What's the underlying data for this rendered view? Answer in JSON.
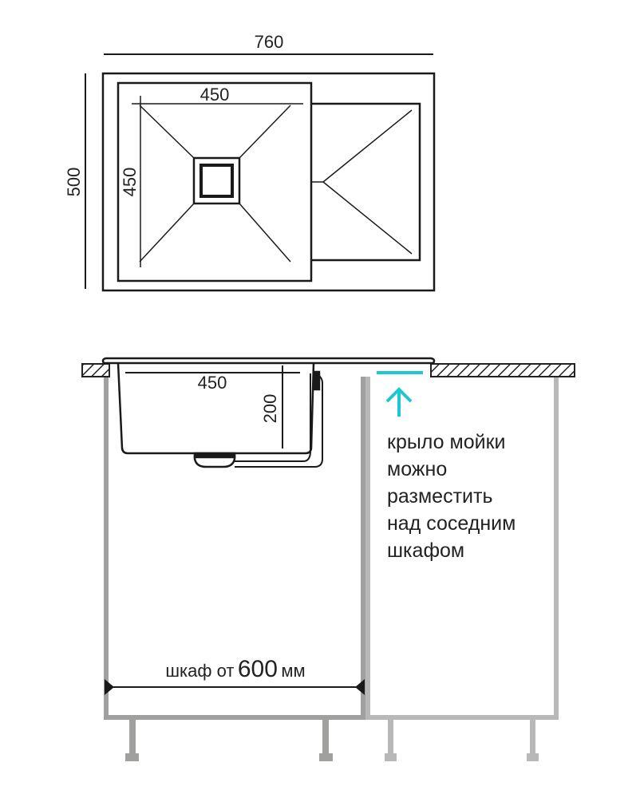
{
  "top_view": {
    "width_label": "760",
    "depth_label": "500",
    "bowl_width_label": "450",
    "bowl_depth_label": "450"
  },
  "side_view": {
    "bowl_width_label": "450",
    "bowl_depth_label": "200",
    "note_lines": [
      "крыло мойки",
      "можно",
      "разместить",
      "над соседним",
      "шкафом"
    ],
    "cabinet_label_prefix": "шкаф от",
    "cabinet_label_value": "600",
    "cabinet_label_unit": "мм"
  },
  "colors": {
    "line": "#1a1a1a",
    "accent": "#1ec8d0",
    "cabinet_main": "#a0a09e",
    "cabinet_neighbor": "#b8b8b8"
  }
}
